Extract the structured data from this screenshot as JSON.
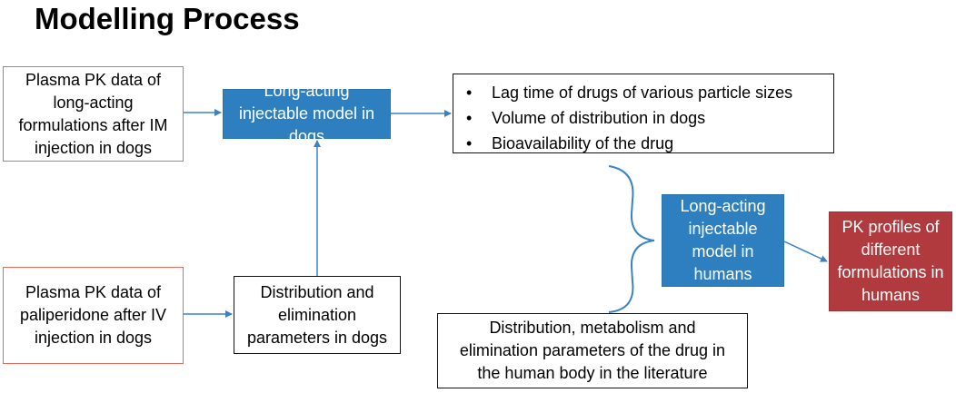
{
  "title": "Modelling Process",
  "boxes": {
    "pk_long_acting": "Plasma PK data of long-acting formulations after IM injection in dogs",
    "pk_paliperidone": "Plasma PK data of paliperidone after IV injection in dogs",
    "dog_model": "Long-acting injectable model in dogs",
    "distribution_dogs": "Distribution and elimination parameters in dogs",
    "human_model": "Long-acting injectable model in humans",
    "human_params": "Distribution, metabolism and elimination parameters of the drug in the human body in the literature",
    "pk_profiles": "PK profiles of different formulations in humans"
  },
  "outputs": [
    "Lag time of drugs of various particle sizes",
    "Volume of distribution in dogs",
    "Bioavailability of the drug"
  ],
  "colors": {
    "blue": "#2e7fc0",
    "dark_red": "#b03a3e",
    "salmon_border": "#e46c5f",
    "arrow": "#3b82c4"
  }
}
